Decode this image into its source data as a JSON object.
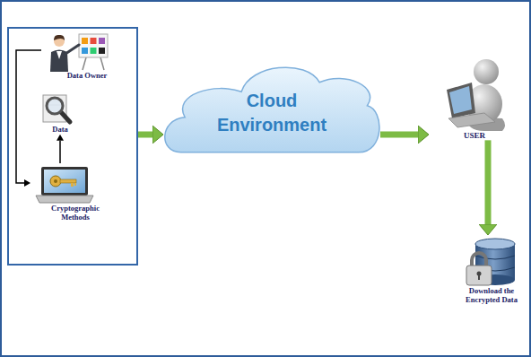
{
  "diagram": {
    "nodes": [
      {},
      {
        "text": [
          "Data Owner"
        ],
        "in": 0
      },
      {
        "text": [
          "Data"
        ],
        "in": 0
      },
      {
        "text": [
          "Cryptographic Methods"
        ],
        "in": 0
      },
      {
        "text": [
          "Cloud Environment"
        ]
      },
      {
        "text": [
          "USER"
        ]
      },
      {
        "text": [
          "Download the Encrypted Data"
        ]
      }
    ],
    "edges": [
      {
        "from": 1,
        "to": 3,
        "arrow": "to"
      },
      {
        "from": 3,
        "to": 2,
        "arrow": "to"
      },
      {
        "from": 0,
        "to": 4,
        "arrow": "to"
      },
      {
        "from": 4,
        "to": 5,
        "arrow": "to"
      },
      {
        "from": 5,
        "to": 6,
        "arrow": "to"
      }
    ]
  }
}
